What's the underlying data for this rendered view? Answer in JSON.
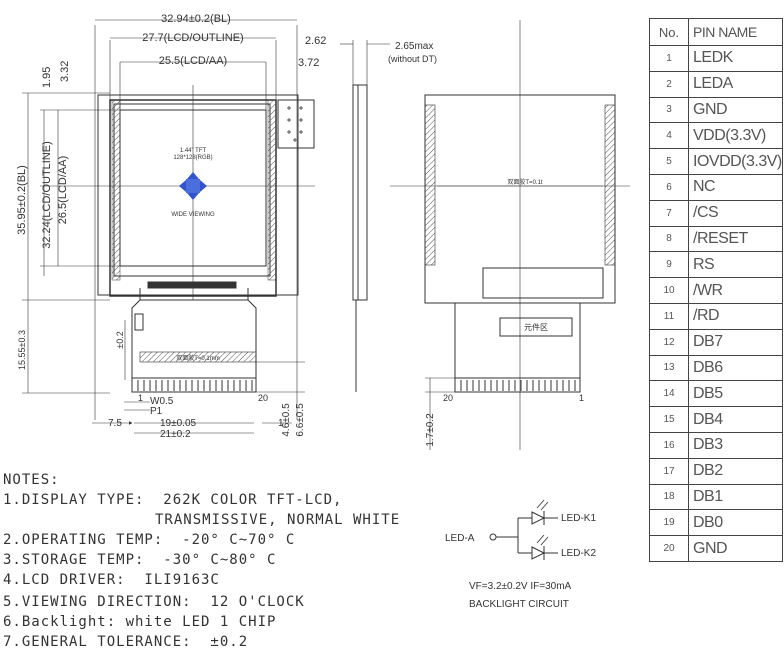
{
  "dimensions": {
    "width_bl": "32.94±0.2(BL)",
    "width_outline": "27.7(LCD/OUTLINE)",
    "width_aa": "25.5(LCD/AA)",
    "dim_262": "2.62",
    "dim_372": "3.72",
    "dim_195": "1.95",
    "dim_332": "3.32",
    "height_bl": "35.95±0.2(BL)",
    "height_outline": "32.24(LCD/OUTLINE)",
    "height_aa": "26.5(LCD/AA)",
    "dim_1555": "15.55±0.3",
    "dim_02": "±0.2",
    "dim_w05": "W0.5",
    "dim_p1": "P1",
    "dim_75": "7.5",
    "dim_19": "19±0.05",
    "dim_21": "21±0.2",
    "dim_1": "1",
    "dim_46": "4.6±0.5",
    "dim_66": "6.6±0.5",
    "thickness": "2.65max",
    "thickness_note": "(without DT)",
    "side_dim_17": "1.7±0.2"
  },
  "front_view": {
    "tft_label": "1.44\" TFT",
    "resolution": "128*128(RGB)",
    "viewing_label": "WIDE VIEWING",
    "tape_label": "双面胶T=0.1mm",
    "pin_left": "1",
    "pin_right": "20"
  },
  "back_view": {
    "tape_label": "双面胶T=0.1t",
    "component_area": "元件区",
    "pin_left": "20",
    "pin_right": "1"
  },
  "pin_table": {
    "header": {
      "no": "No.",
      "name": "PIN NAME"
    },
    "rows": [
      {
        "no": "1",
        "name": "LEDK"
      },
      {
        "no": "2",
        "name": "LEDA"
      },
      {
        "no": "3",
        "name": "GND"
      },
      {
        "no": "4",
        "name": "VDD(3.3V)"
      },
      {
        "no": "5",
        "name": "IOVDD(3.3V)"
      },
      {
        "no": "6",
        "name": "NC"
      },
      {
        "no": "7",
        "name": "/CS"
      },
      {
        "no": "8",
        "name": "/RESET"
      },
      {
        "no": "9",
        "name": "RS"
      },
      {
        "no": "10",
        "name": "/WR"
      },
      {
        "no": "11",
        "name": "/RD"
      },
      {
        "no": "12",
        "name": "DB7"
      },
      {
        "no": "13",
        "name": "DB6"
      },
      {
        "no": "14",
        "name": "DB5"
      },
      {
        "no": "15",
        "name": "DB4"
      },
      {
        "no": "16",
        "name": "DB3"
      },
      {
        "no": "17",
        "name": "DB2"
      },
      {
        "no": "18",
        "name": "DB1"
      },
      {
        "no": "19",
        "name": "DB0"
      },
      {
        "no": "20",
        "name": "GND"
      }
    ]
  },
  "notes": {
    "title": "NOTES:",
    "n1a": "1.DISPLAY TYPE:  262K COLOR TFT-LCD,",
    "n1b": "TRANSMISSIVE, NORMAL WHITE",
    "n2": "2.OPERATING TEMP:  -20° C~70° C",
    "n3": "3.STORAGE TEMP:  -30° C~80° C",
    "n4": "4.LCD DRIVER:  ILI9163C",
    "n5": "5.VIEWING DIRECTION:  12 O'CLOCK",
    "n6": "6.Backlight: white LED 1 CHIP",
    "n7": "7.GENERAL TOLERANCE:  ±0.2"
  },
  "backlight": {
    "leda": "LED-A",
    "ledk1": "LED-K1",
    "ledk2": "LED-K2",
    "spec": "VF=3.2±0.2V IF=30mA",
    "caption": "BACKLIGHT CIRCUIT"
  }
}
